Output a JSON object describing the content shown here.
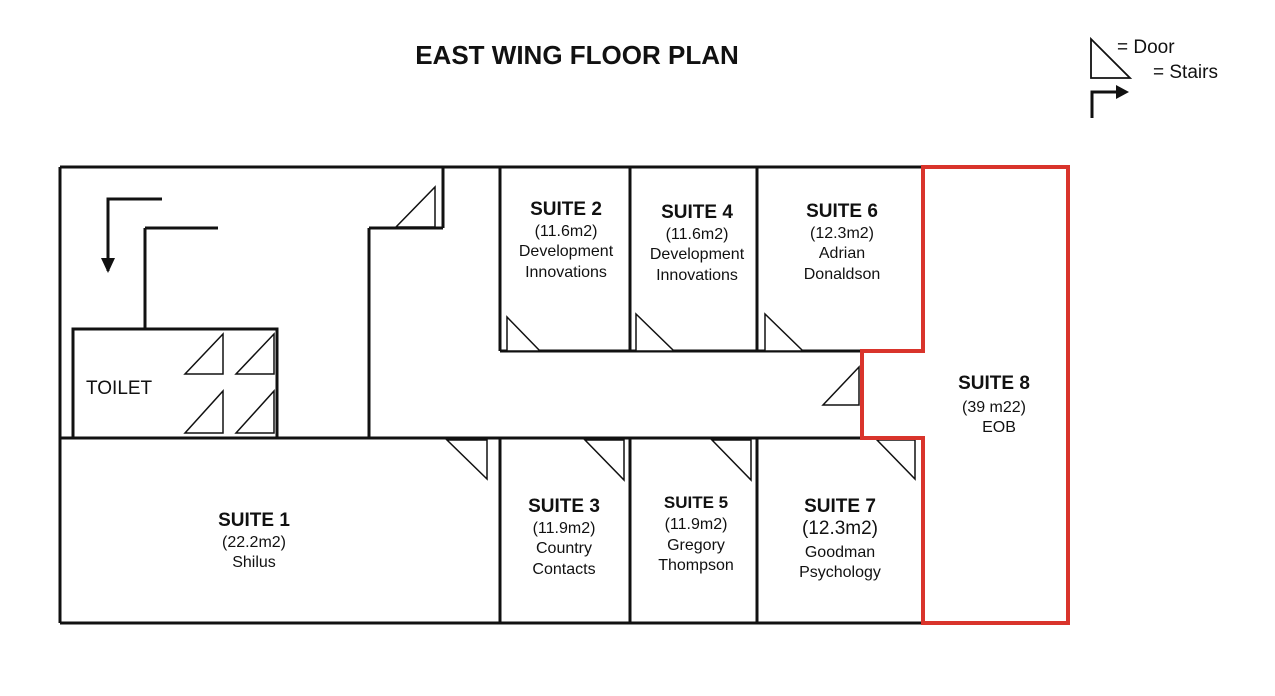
{
  "title": "EAST WING FLOOR PLAN",
  "legend": {
    "door_label": "= Door",
    "stairs_label": "= Stairs",
    "door_icon": "door-triangle-icon",
    "stairs_icon": "stairs-arrow-icon"
  },
  "colors": {
    "wall": "#111111",
    "highlight": "#d9342b",
    "background": "#ffffff"
  },
  "toilet": {
    "label": "TOILET"
  },
  "suites": {
    "s1": {
      "name": "SUITE 1",
      "area": "(22.2m2)",
      "lines": [
        "Shilus"
      ]
    },
    "s2": {
      "name": "SUITE 2",
      "area": "(11.6m2)",
      "lines": [
        "Development",
        "Innovations"
      ]
    },
    "s3": {
      "name": "SUITE 3",
      "area": "(11.9m2)",
      "lines": [
        "Country",
        "Contacts"
      ]
    },
    "s4": {
      "name": "SUITE 4",
      "area": "(11.6m2)",
      "lines": [
        "Development",
        "Innovations"
      ]
    },
    "s5": {
      "name": "SUITE 5",
      "area": "(11.9m2)",
      "lines": [
        "Gregory",
        "Thompson"
      ]
    },
    "s6": {
      "name": "SUITE 6",
      "area": "(12.3m2)",
      "lines": [
        "Adrian",
        "Donaldson"
      ]
    },
    "s7": {
      "name": "SUITE 7",
      "area": "(12.3m2)",
      "lines": [
        "Goodman",
        "Psychology"
      ]
    },
    "s8": {
      "name": "SUITE 8",
      "area": "(39 m22)",
      "lines": [
        "EOB"
      ],
      "highlighted": true
    }
  }
}
